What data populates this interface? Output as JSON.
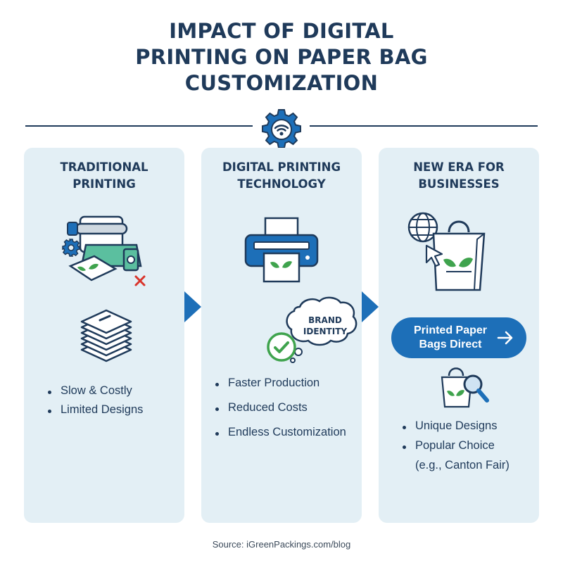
{
  "title_lines": [
    "IMPACT OF DIGITAL",
    "PRINTING ON PAPER BAG",
    "CUSTOMIZATION"
  ],
  "icons": {
    "header": "gear-wifi-icon",
    "traditional": [
      "printing-press-icon",
      "gear-icon",
      "error-x-icon",
      "paper-stack-icon"
    ],
    "digital": [
      "digital-printer-icon",
      "brand-identity-bubble",
      "check-circle-icon"
    ],
    "new_era": [
      "globe-icon",
      "cursor-icon",
      "shopping-bag-icon",
      "bag-search-icon"
    ]
  },
  "columns": [
    {
      "title_lines": [
        "TRADITIONAL",
        "PRINTING"
      ],
      "bullets": [
        "Slow & Costly",
        "Limited Designs"
      ]
    },
    {
      "title_lines": [
        "DIGITAL PRINTING",
        "TECHNOLOGY"
      ],
      "bubble_lines": [
        "BRAND",
        "IDENTITY"
      ],
      "bullets": [
        "Faster Production",
        "Reduced Costs",
        "Endless Customization"
      ]
    },
    {
      "title_lines": [
        "NEW ERA FOR",
        "BUSINESSES"
      ],
      "cta_lines": [
        "Printed Paper",
        "Bags Direct"
      ],
      "bullets": [
        "Unique Designs",
        "Popular Choice"
      ],
      "bullet_note": "(e.g., Canton Fair)"
    }
  ],
  "source": "Source: iGreenPackings.com/blog",
  "colors": {
    "navy": "#1f3a5a",
    "accent_blue": "#1d6fb8",
    "panel": "#e3eff5",
    "leaf_green": "#3fa34d",
    "error_red": "#d9342b"
  }
}
